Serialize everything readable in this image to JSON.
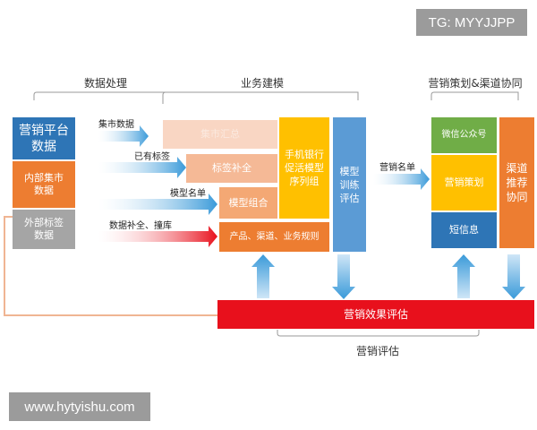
{
  "watermark_top": "TG: MYYJJPP",
  "watermark_bottom": "www.hytyishu.com",
  "headers": {
    "data_processing": "数据处理",
    "business_modeling": "业务建模",
    "marketing_channel": "营销策划&渠道协同",
    "marketing_eval": "营销评估"
  },
  "left_column": {
    "platform": "营销平台数据",
    "internal": "内部集市数据",
    "external": "外部标签数据"
  },
  "arrow_labels": {
    "mart": "集市数据",
    "tags": "已有标签",
    "model_list": "模型名单",
    "completion": "数据补全、撞库"
  },
  "model_boxes": {
    "faded_1": "集市汇总",
    "faded_2": "标签补全",
    "combo": "模型组合",
    "rules": "产品、渠道、业务规则",
    "mobile": "手机银行促活模型序列组",
    "training": "模型训练评估"
  },
  "right_section": {
    "list_label": "营销名单",
    "wechat": "微信公众号",
    "planning": "营销策划",
    "sms": "短信息",
    "channel": "渠道推荐协同"
  },
  "eval_bar": "营销效果评估",
  "colors": {
    "blue": "#2e75b6",
    "orange": "#ed7d31",
    "gray": "#a5a5a5",
    "yellow": "#ffc000",
    "green": "#70ad47",
    "sky": "#5b9bd5",
    "red": "#e8101c"
  }
}
